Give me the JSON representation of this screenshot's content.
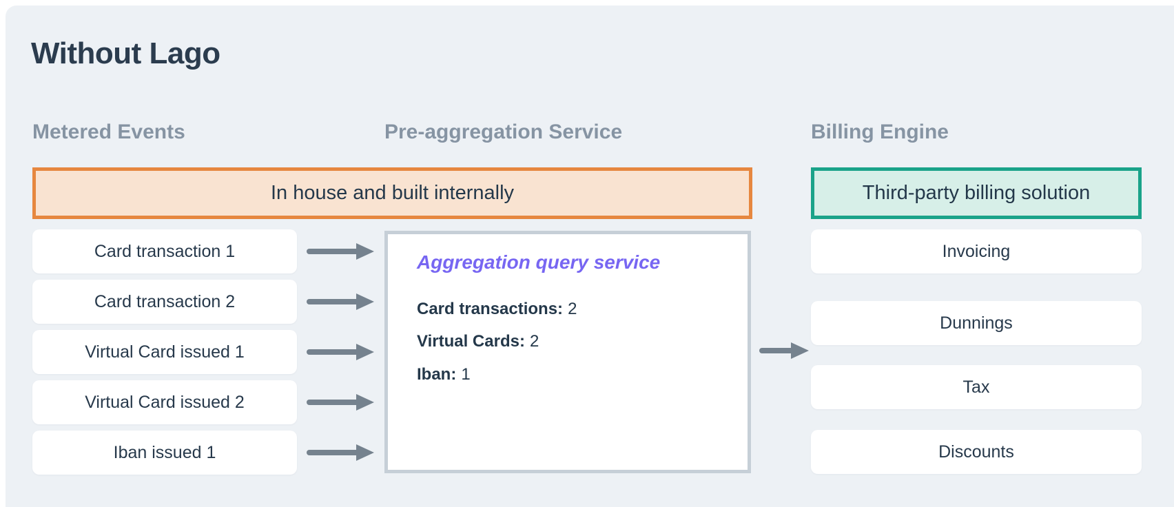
{
  "title": "Without Lago",
  "columns": [
    {
      "header": "Metered Events"
    },
    {
      "header": "Pre-aggregation Service"
    },
    {
      "header": "Billing Engine"
    }
  ],
  "banners": {
    "in_house": "In house and built internally",
    "third_party": "Third-party billing solution"
  },
  "metered_events": [
    "Card transaction 1",
    "Card transaction 2",
    "Virtual Card issued 1",
    "Virtual Card issued 2",
    "Iban issued 1"
  ],
  "aggregation_box": {
    "title": "Aggregation query service",
    "entries": [
      {
        "label": "Card transactions:",
        "value": "2"
      },
      {
        "label": "Virtual Cards:",
        "value": "2"
      },
      {
        "label": "Iban:",
        "value": "1"
      }
    ]
  },
  "billing_items": [
    "Invoicing",
    "Dunnings",
    "Tax",
    "Discounts"
  ],
  "colors": {
    "background": "#edf1f5",
    "title_text": "#2b3c4e",
    "header_text": "#8694a3",
    "card_text": "#27394b",
    "orange_border": "#e6873f",
    "orange_fill": "#f9e3d1",
    "teal_border": "#1aa389",
    "teal_fill": "#d7efe8",
    "aggregation_box_border": "#c6cfd7",
    "arrow": "#75828e",
    "purple_accent": "#7766f2"
  }
}
